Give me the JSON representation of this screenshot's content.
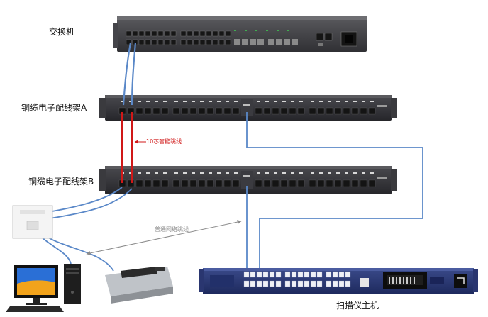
{
  "labels": {
    "switch": "交换机",
    "panel_a": "铜缆电子配线架A",
    "panel_b": "铜缆电子配线架B",
    "scanner": "扫描仪主机",
    "smart_patch_cord": "10芯智能跳线",
    "normal_patch_cord": "普通网络跳线"
  },
  "colors": {
    "device_dark": "#2e2e32",
    "port": "#181818",
    "cable_blue": "#5a88c8",
    "cable_red": "#d01818",
    "scanner_body": "#2c3b7a",
    "background": "#ffffff"
  }
}
